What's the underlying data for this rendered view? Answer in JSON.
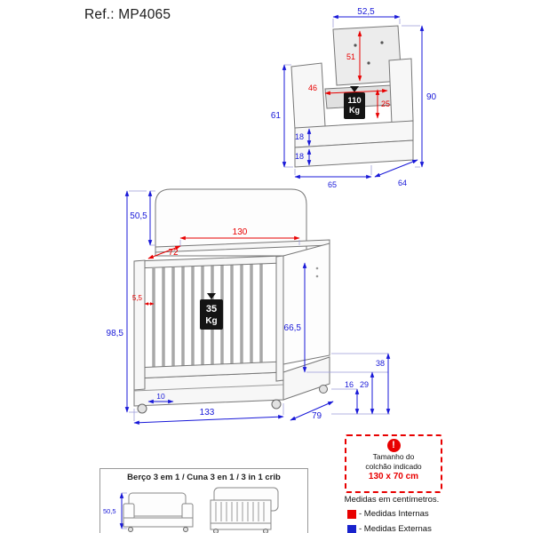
{
  "ref_label": "Ref.: MP4065",
  "colors": {
    "internal": "#e80000",
    "external": "#1818d8",
    "badge": "#141414"
  },
  "armchair": {
    "weight_value": "110",
    "weight_unit": "Kg",
    "dims": {
      "top_width": "52,5",
      "backrest_height": "51",
      "seat_width": "46",
      "seat_depth": "25",
      "arm_height": "61",
      "base_upper": "18",
      "base_lower": "18",
      "total_height": "90",
      "front_width": "65",
      "depth": "64"
    }
  },
  "crib": {
    "weight_value": "35",
    "weight_unit": "Kg",
    "dims": {
      "headboard_height": "50,5",
      "internal_length": "130",
      "internal_depth": "72",
      "slat_gap": "5,5",
      "total_height": "98,5",
      "internal_height": "66,5",
      "base_total_height": "38",
      "drawer_height": "29",
      "clearance_height": "16",
      "wheel_offset": "10",
      "external_length": "133",
      "external_depth": "79"
    }
  },
  "variants_box": {
    "title": "Berço 3 em 1 / Cuna 3 en 1 / 3 in 1 crib",
    "bed_height": "50,5"
  },
  "mattress_box": {
    "icon": "!",
    "line1": "Tamanho do",
    "line2": "colchão indicado",
    "size": "130 x 70 cm"
  },
  "legend": {
    "units_note": "Medidas em centímetros.",
    "internal_label": "- Medidas Internas",
    "external_label": "- Medidas Externas"
  }
}
